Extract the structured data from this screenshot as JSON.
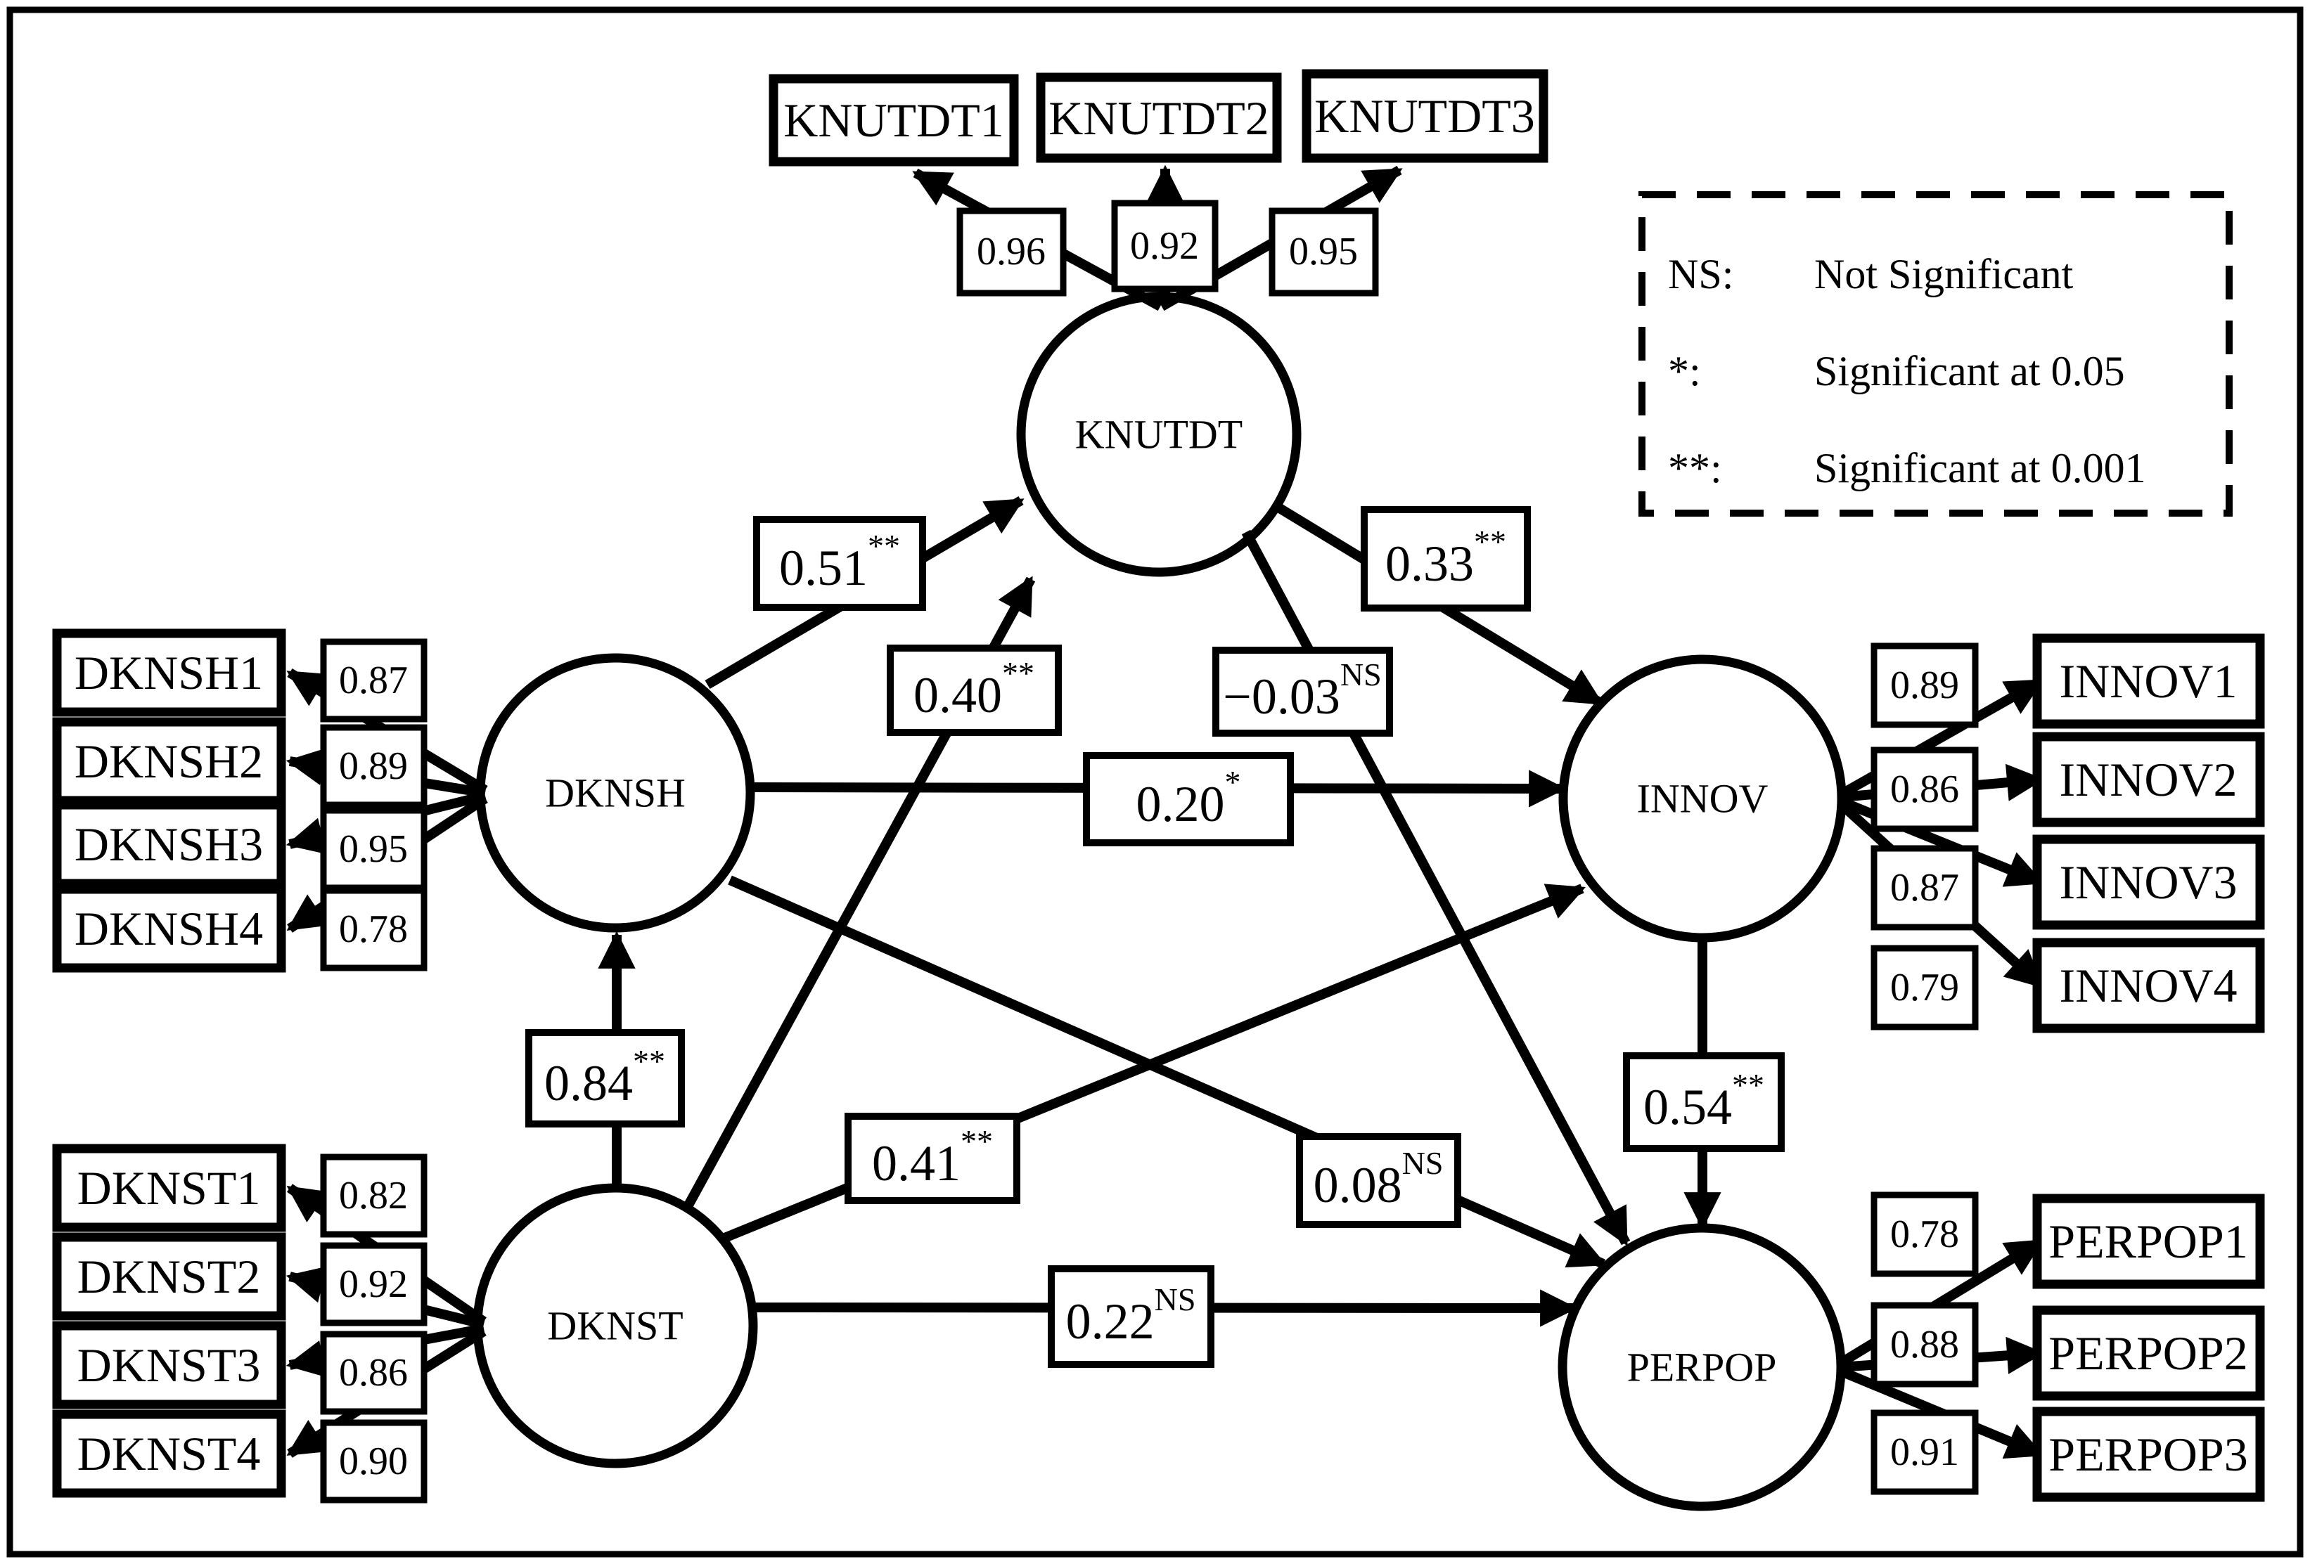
{
  "legend": {
    "rows": [
      {
        "symbol": "NS:",
        "label": "Not Significant"
      },
      {
        "symbol": "*:",
        "label": "Significant at 0.05"
      },
      {
        "symbol": "**:",
        "label": "Significant at 0.001"
      }
    ]
  },
  "latents": {
    "knutdt": {
      "label": "KNUTDT"
    },
    "dknsh": {
      "label": "DKNSH"
    },
    "dknst": {
      "label": "DKNST"
    },
    "innov": {
      "label": "INNOV"
    },
    "perpop": {
      "label": "PERPOP"
    }
  },
  "indicators": {
    "knutdt": [
      {
        "label": "KNUTDT1",
        "loading": "0.96"
      },
      {
        "label": "KNUTDT2",
        "loading": "0.92"
      },
      {
        "label": "KNUTDT3",
        "loading": "0.95"
      }
    ],
    "dknsh": [
      {
        "label": "DKNSH1",
        "loading": "0.87"
      },
      {
        "label": "DKNSH2",
        "loading": "0.89"
      },
      {
        "label": "DKNSH3",
        "loading": "0.95"
      },
      {
        "label": "DKNSH4",
        "loading": "0.78"
      }
    ],
    "dknst": [
      {
        "label": "DKNST1",
        "loading": "0.82"
      },
      {
        "label": "DKNST2",
        "loading": "0.92"
      },
      {
        "label": "DKNST3",
        "loading": "0.86"
      },
      {
        "label": "DKNST4",
        "loading": "0.90"
      }
    ],
    "innov": [
      {
        "label": "INNOV1",
        "loading": "0.89"
      },
      {
        "label": "INNOV2",
        "loading": "0.86"
      },
      {
        "label": "INNOV3",
        "loading": "0.87"
      },
      {
        "label": "INNOV4",
        "loading": "0.79"
      }
    ],
    "perpop": [
      {
        "label": "PERPOP1",
        "loading": "0.78"
      },
      {
        "label": "PERPOP2",
        "loading": "0.88"
      },
      {
        "label": "PERPOP3",
        "loading": "0.91"
      }
    ]
  },
  "paths": {
    "dknsh_knutdt": {
      "from": "DKNSH",
      "to": "KNUTDT",
      "value": "0.51",
      "sig": "**"
    },
    "dknst_knutdt": {
      "from": "DKNST",
      "to": "KNUTDT",
      "value": "0.40",
      "sig": "**"
    },
    "knutdt_innov": {
      "from": "KNUTDT",
      "to": "INNOV",
      "value": "0.33",
      "sig": "**"
    },
    "knutdt_perpop": {
      "from": "KNUTDT",
      "to": "PERPOP",
      "value": "−0.03",
      "sig": "NS"
    },
    "dknsh_innov": {
      "from": "DKNSH",
      "to": "INNOV",
      "value": "0.20",
      "sig": "*"
    },
    "dknsh_perpop": {
      "from": "DKNSH",
      "to": "PERPOP",
      "value": "0.08",
      "sig": "NS"
    },
    "dknst_innov": {
      "from": "DKNST",
      "to": "INNOV",
      "value": "0.41",
      "sig": "**"
    },
    "dknst_perpop": {
      "from": "DKNST",
      "to": "PERPOP",
      "value": "0.22",
      "sig": "NS"
    },
    "dknst_dknsh": {
      "from": "DKNST",
      "to": "DKNSH",
      "value": "0.84",
      "sig": "**"
    },
    "innov_perpop": {
      "from": "INNOV",
      "to": "PERPOP",
      "value": "0.54",
      "sig": "**"
    }
  },
  "colors": {
    "ink": "#000000",
    "paper": "#ffffff"
  }
}
